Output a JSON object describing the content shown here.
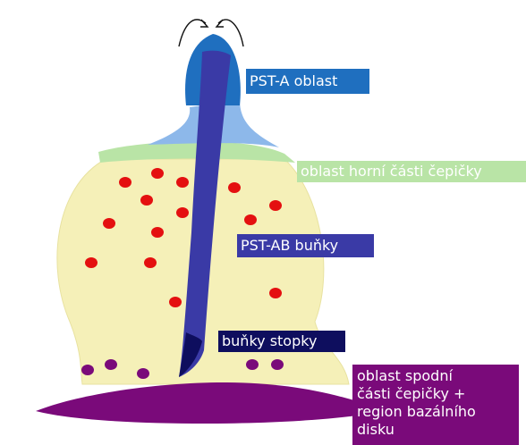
{
  "labels": {
    "pst_a": "PST-A oblast",
    "upper_cap": "oblast horní části čepičky",
    "pst_ab": "PST-AB buňky",
    "stalk": "buňky stopky",
    "lower_cap": "oblast spodní\nčásti čepičky +\nregion bazálního\ndisku"
  },
  "colors": {
    "pst_a": "#1f6fbf",
    "upper_cap": "#b9e4a6",
    "pst_ab": "#3a3aa6",
    "stalk": "#0e0e5e",
    "lower_cap": "#7a0a7a",
    "cap_body": "#f5f0b8",
    "neck": "#8db8ea",
    "red_cells": "#e41010",
    "purple_cells": "#7a0a7a",
    "text_on_dark": "#ffffff",
    "text_on_light": "#ffffff"
  }
}
